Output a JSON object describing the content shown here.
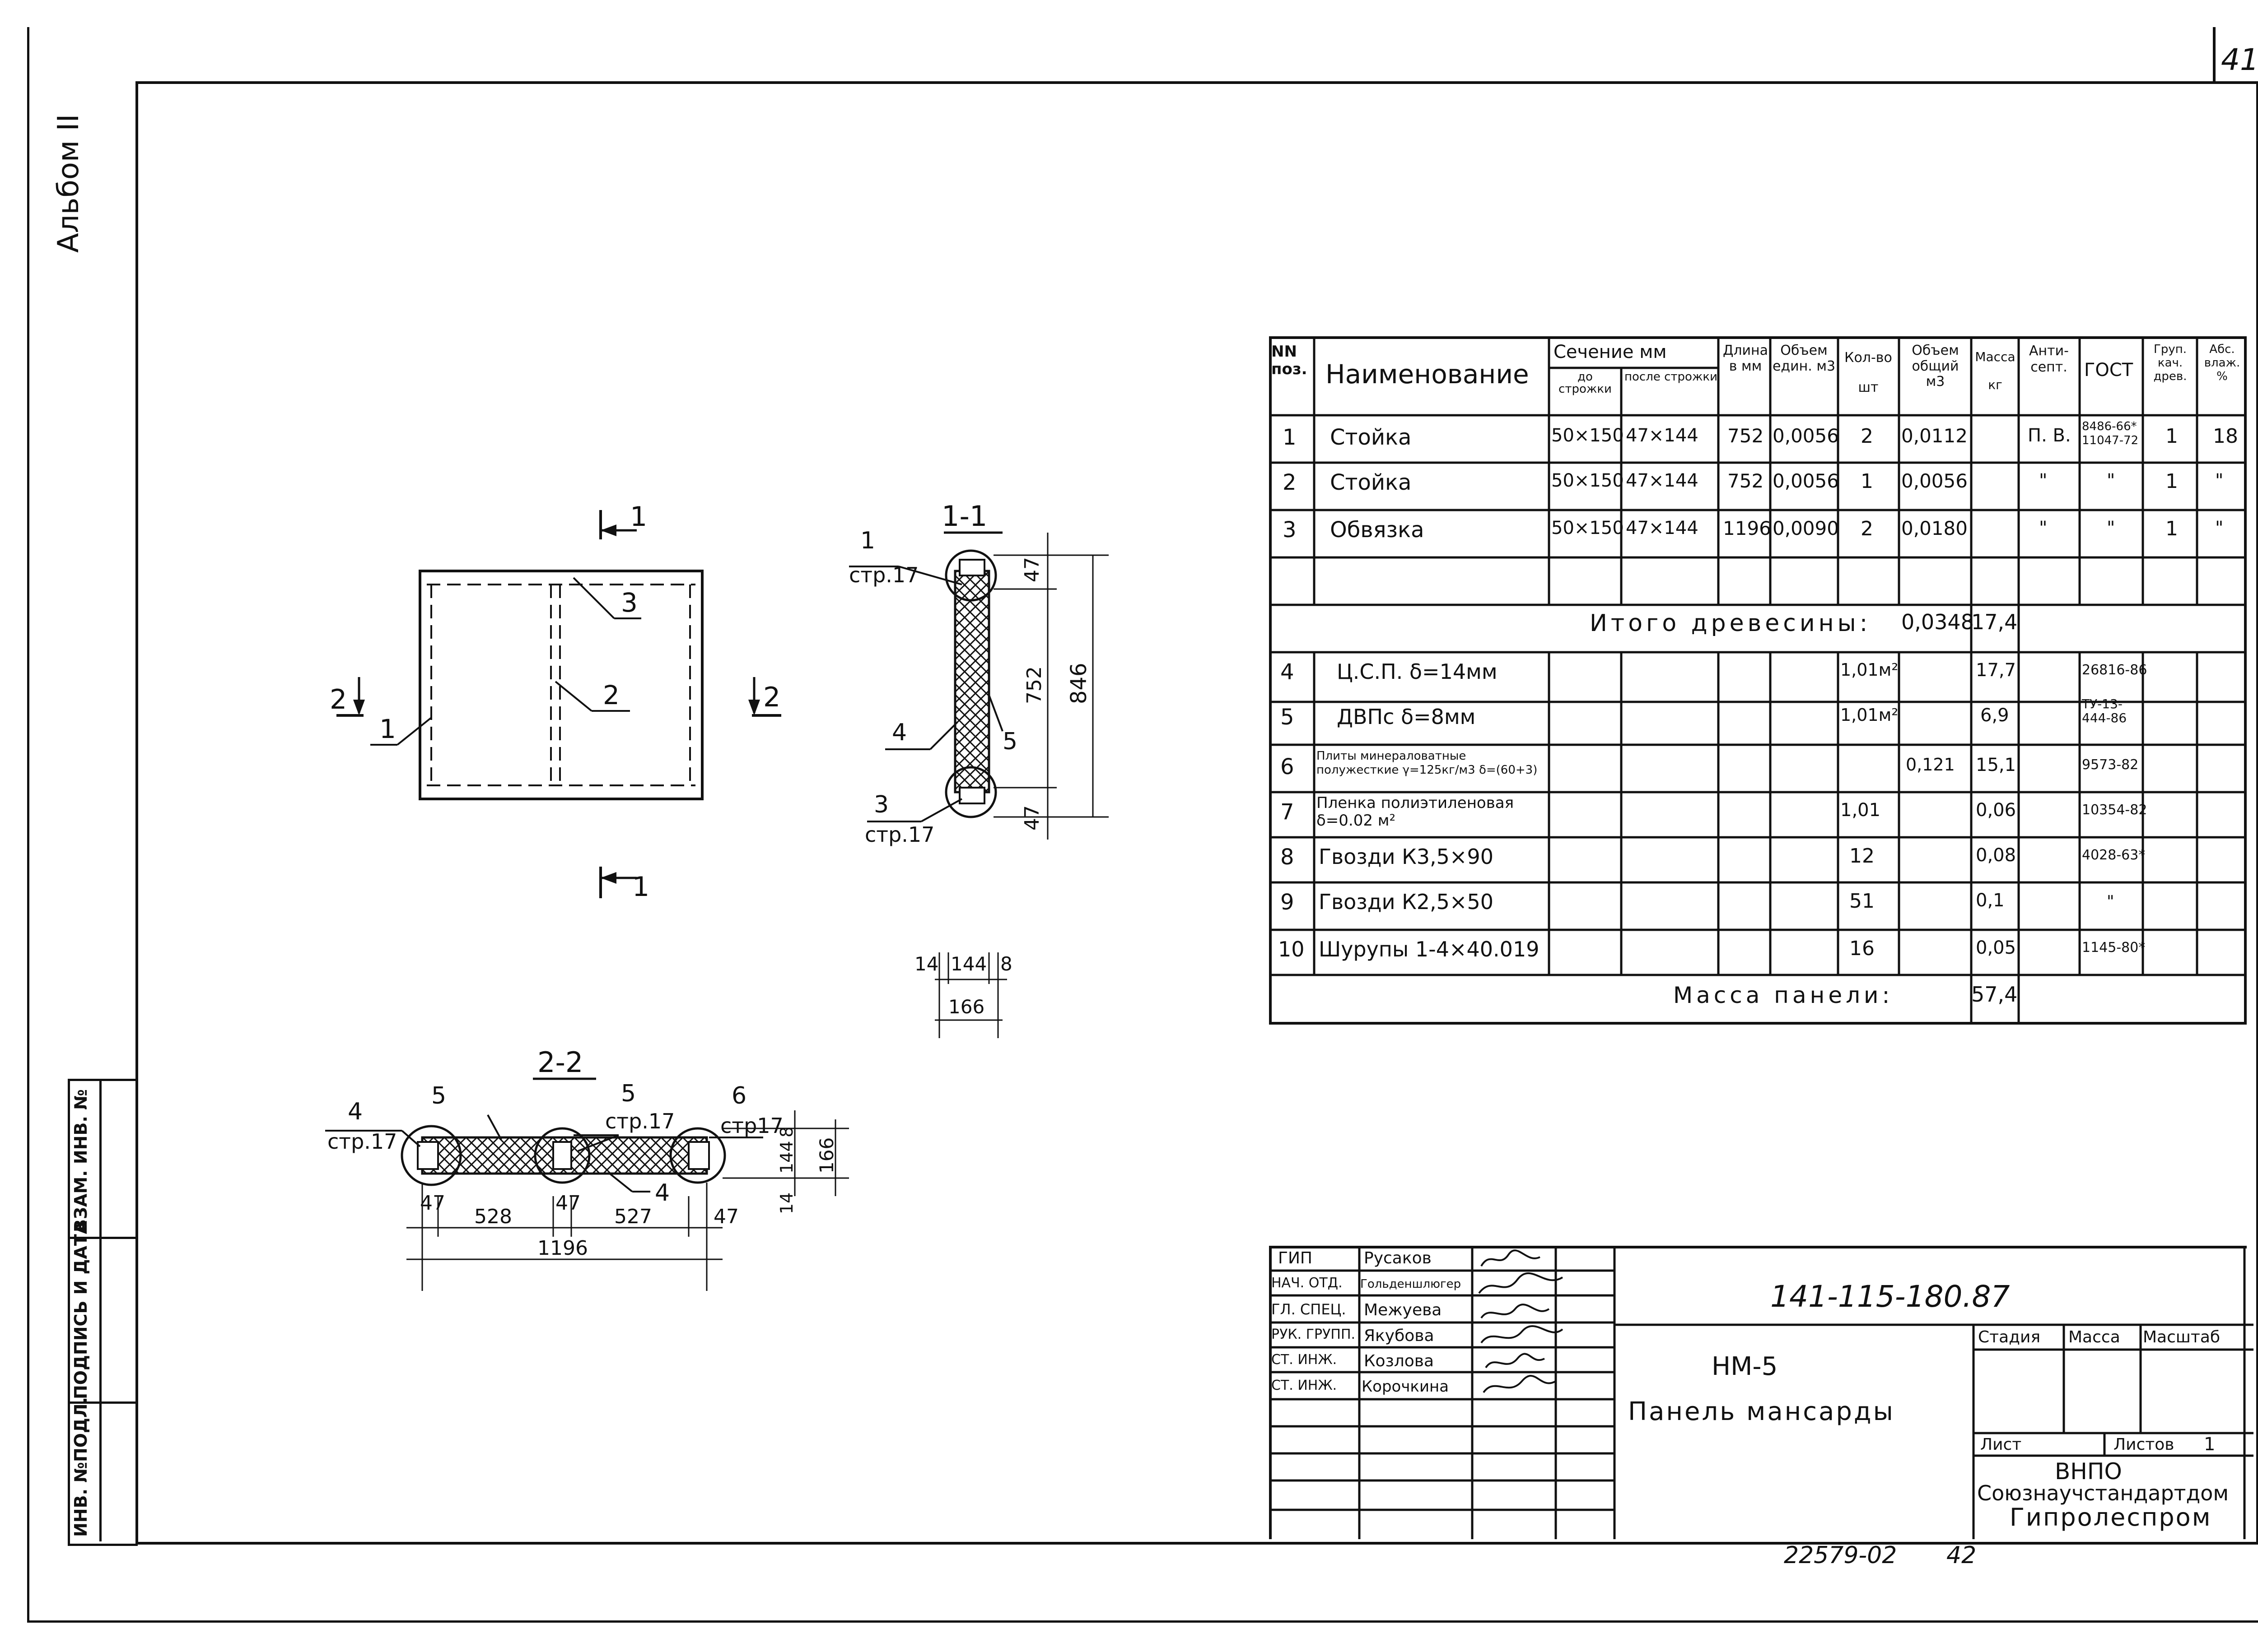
{
  "page_number": "41",
  "album_label": "Альбом II",
  "side_stamp": {
    "inv_orig": "ИНВ. №ПОДЛ.",
    "signature_date": "ПОДПИСЬ И ДАТА",
    "replaced_inv": "ВЗАМ. ИНВ. №"
  },
  "drawing": {
    "plan_labels": {
      "sec11_top": "1",
      "sec11_bottom": "1",
      "sec22_left": "2",
      "sec22_right": "2",
      "pos1": "1",
      "pos2": "2",
      "pos3": "3"
    },
    "section_11": {
      "title": "1-1",
      "pos1": "1",
      "ref1": "стр.17",
      "pos3": "3",
      "ref3": "стр.17",
      "pos4": "4",
      "pos5": "5",
      "dim_top": "47",
      "dim_mid": "752",
      "dim_bottom": "47",
      "dim_total": "846"
    },
    "small_dim": {
      "d14": "14",
      "d144": "144",
      "d8": "8",
      "d166": "166"
    },
    "section_22": {
      "title": "2-2",
      "pos4": "4",
      "ref4": "стр.17",
      "pos5a": "5",
      "pos5b": "5",
      "ref5": "стр.17",
      "pos6": "6",
      "ref6": "стр17",
      "pos4b": "4",
      "d47a": "47",
      "d528": "528",
      "d47b": "47",
      "d527": "527",
      "d47c": "47",
      "d1196": "1196",
      "d8": "8",
      "d144": "144",
      "d14": "14",
      "d166": "166"
    }
  },
  "spec_table": {
    "headers": {
      "nn": "NN поз.",
      "name": "Наименование",
      "section": "Сечение мм",
      "sec_before": "до строжки",
      "sec_after": "после строжки",
      "length": "Длина в мм",
      "vol_unit": "Объем един. м3",
      "qty": "Кол-во шт",
      "vol_total": "Объем общий м3",
      "mass": "Масса кг",
      "antisept": "Анти-септ.",
      "gost": "ГОСТ",
      "grade": "Груп. кач. древ.",
      "moisture": "Абс. влаж. %"
    },
    "wood_rows": [
      {
        "n": "1",
        "name": "Стойка",
        "before": "50×150",
        "after": "47×144",
        "len": "752",
        "vunit": "0,0056",
        "qty": "2",
        "vtot": "0,0112",
        "mass": "",
        "ant": "П. В.",
        "gost": "8486-66* 11047-72",
        "grade": "1",
        "moist": "18"
      },
      {
        "n": "2",
        "name": "Стойка",
        "before": "50×150",
        "after": "47×144",
        "len": "752",
        "vunit": "0,0056",
        "qty": "1",
        "vtot": "0,0056",
        "mass": "",
        "ant": "\"",
        "gost": "\"",
        "grade": "1",
        "moist": "\""
      },
      {
        "n": "3",
        "name": "Обвязка",
        "before": "50×150",
        "after": "47×144",
        "len": "1196",
        "vunit": "0,0090",
        "qty": "2",
        "vtot": "0,0180",
        "mass": "",
        "ant": "\"",
        "gost": "\"",
        "grade": "1",
        "moist": "\""
      }
    ],
    "wood_total_label": "Итого древесины:",
    "wood_total_vol": "0,0348",
    "wood_total_mass": "17,4",
    "other_rows": [
      {
        "n": "4",
        "name": "Ц.С.П. δ=14мм",
        "qty": "1,01м²",
        "vtot": "",
        "mass": "17,7",
        "gost": "26816-86"
      },
      {
        "n": "5",
        "name": "ДВПс δ=8мм",
        "qty": "1,01м²",
        "vtot": "",
        "mass": "6,9",
        "gost": "ТУ-13-444-86"
      },
      {
        "n": "6",
        "name": "Плиты минераловатные полужесткие γ=125кг/м3 δ=(60+3)",
        "qty": "",
        "vtot": "0,121",
        "mass": "15,1",
        "gost": "9573-82"
      },
      {
        "n": "7",
        "name": "Пленка полиэтиленовая δ=0.02 м²",
        "qty": "1,01",
        "vtot": "",
        "mass": "0,06",
        "gost": "10354-82"
      },
      {
        "n": "8",
        "name": "Гвозди К3,5×90",
        "qty": "12",
        "vtot": "",
        "mass": "0,08",
        "gost": "4028-63*"
      },
      {
        "n": "9",
        "name": "Гвозди К2,5×50",
        "qty": "51",
        "vtot": "",
        "mass": "0,1",
        "gost": "\""
      },
      {
        "n": "10",
        "name": "Шурупы 1-4×40.019",
        "qty": "16",
        "vtot": "",
        "mass": "0,05",
        "gost": "1145-80*"
      }
    ],
    "panel_mass_label": "Масса панели:",
    "panel_mass": "57,4"
  },
  "title_block": {
    "roles": [
      "ГИП",
      "НАЧ. ОТД.",
      "ГЛ. СПЕЦ.",
      "РУК. ГРУПП.",
      "СТ. ИНЖ.",
      "СТ. ИНЖ."
    ],
    "names": [
      "Русаков",
      "Гольденшлюгер",
      "Межуева",
      "Якубова",
      "Козлова",
      "Корочкина"
    ],
    "doc_code": "141-115-180.87",
    "mark": "НМ-5",
    "title": "Панель мансарды",
    "stage": "Стадия",
    "mass": "Масса",
    "scale": "Масштаб",
    "sheet": "Лист",
    "sheets": "Листов",
    "sheets_count": "1",
    "org1": "ВНПО",
    "org2": "Союзнаучстандартдом",
    "org3": "Гипролеспром"
  },
  "bottom_code": "22579-02",
  "bottom_num": "42"
}
